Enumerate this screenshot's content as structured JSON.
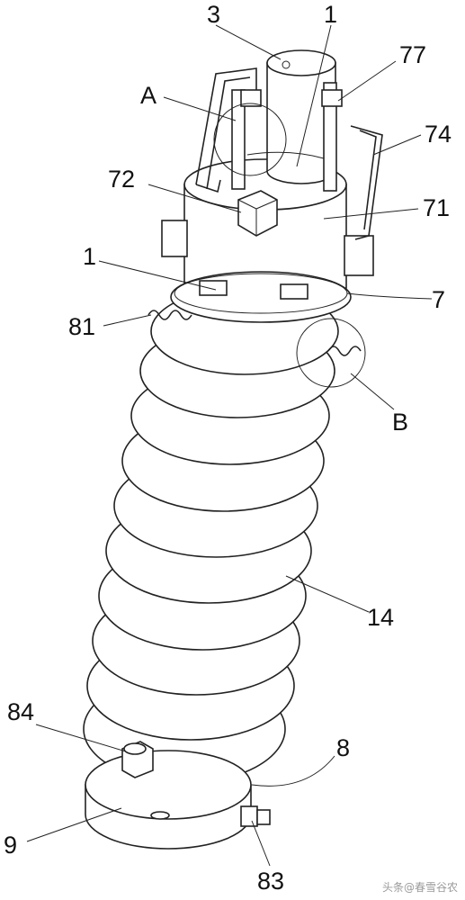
{
  "labels": {
    "l3": "3",
    "l1_top": "1",
    "l77": "77",
    "lA": "A",
    "l74": "74",
    "l72": "72",
    "l71": "71",
    "l1_mid": "1",
    "l7": "7",
    "l81": "81",
    "lB": "B",
    "l14": "14",
    "l84": "84",
    "l8": "8",
    "l9": "9",
    "l83": "83"
  },
  "watermark": "头条@春雪谷农"
}
